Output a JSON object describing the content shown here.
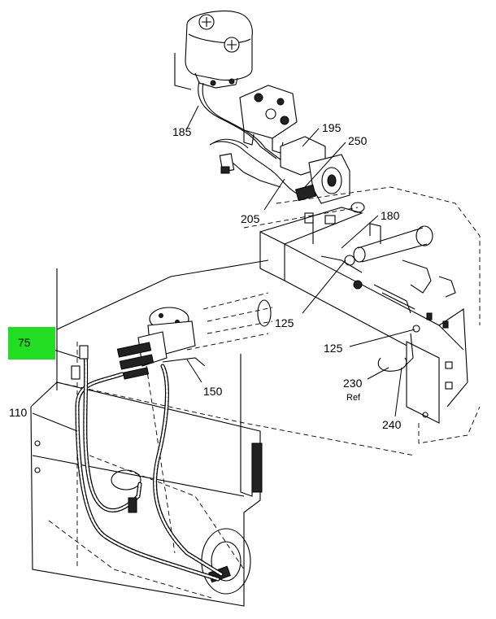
{
  "diagram": {
    "callouts": {
      "c75": "75",
      "c110": "110",
      "c125a": "125",
      "c125b": "125",
      "c150": "150",
      "c180": "180",
      "c185": "185",
      "c195": "195",
      "c205": "205",
      "c230": "230",
      "c230_ref": "Ref",
      "c240": "240",
      "c250": "250"
    },
    "highlight_color": "#22dd22"
  }
}
